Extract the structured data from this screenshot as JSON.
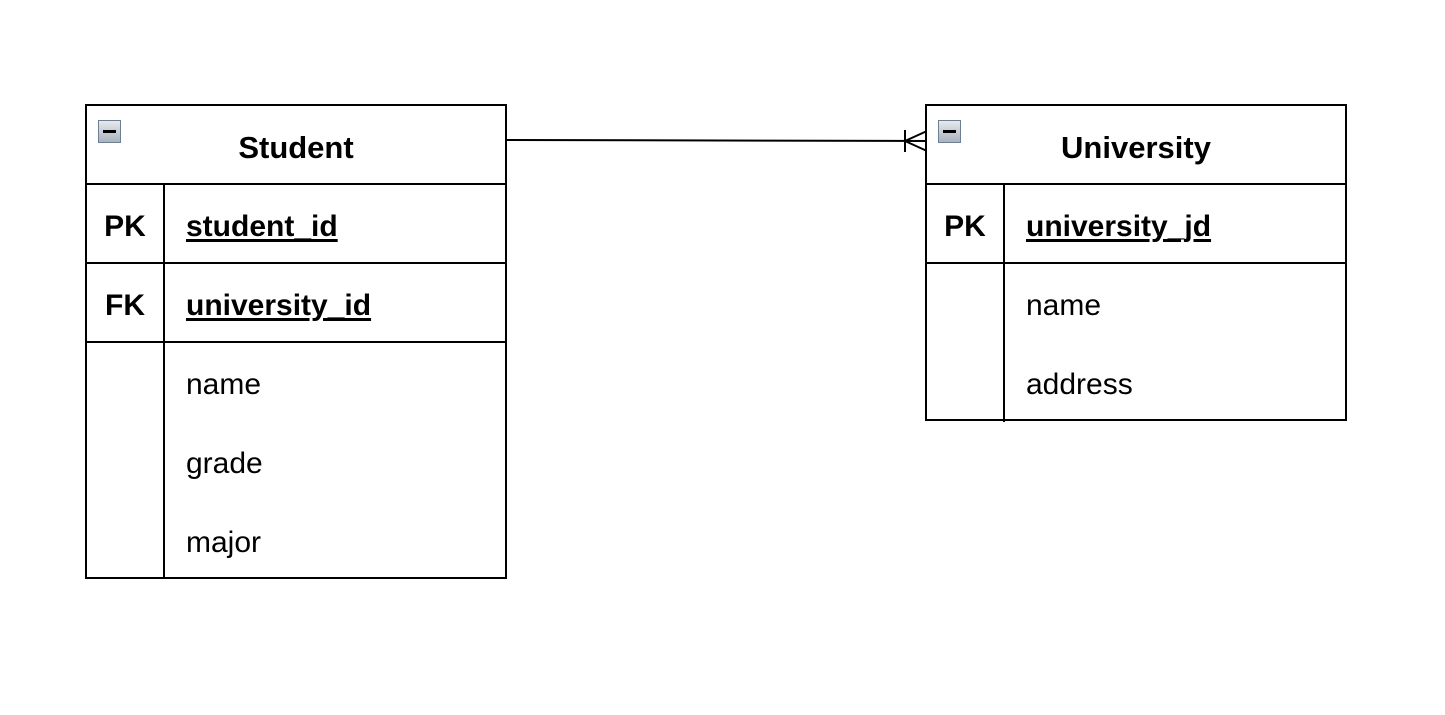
{
  "entities": {
    "student": {
      "title": "Student",
      "keys": [
        {
          "type": "PK",
          "field": "student_id"
        },
        {
          "type": "FK",
          "field": "university_id"
        }
      ],
      "attributes": [
        "name",
        "grade",
        "major"
      ]
    },
    "university": {
      "title": "University",
      "keys": [
        {
          "type": "PK",
          "field": "university_jd"
        }
      ],
      "attributes": [
        "name",
        "address"
      ]
    }
  },
  "relationship": {
    "from": "Student",
    "to": "University",
    "from_end": "none",
    "to_end": "one-or-many"
  },
  "icons": {
    "collapse": "collapse-minus-icon"
  },
  "colors": {
    "line": "#000000",
    "background": "#ffffff",
    "collapse_button": "#aab3bd"
  }
}
